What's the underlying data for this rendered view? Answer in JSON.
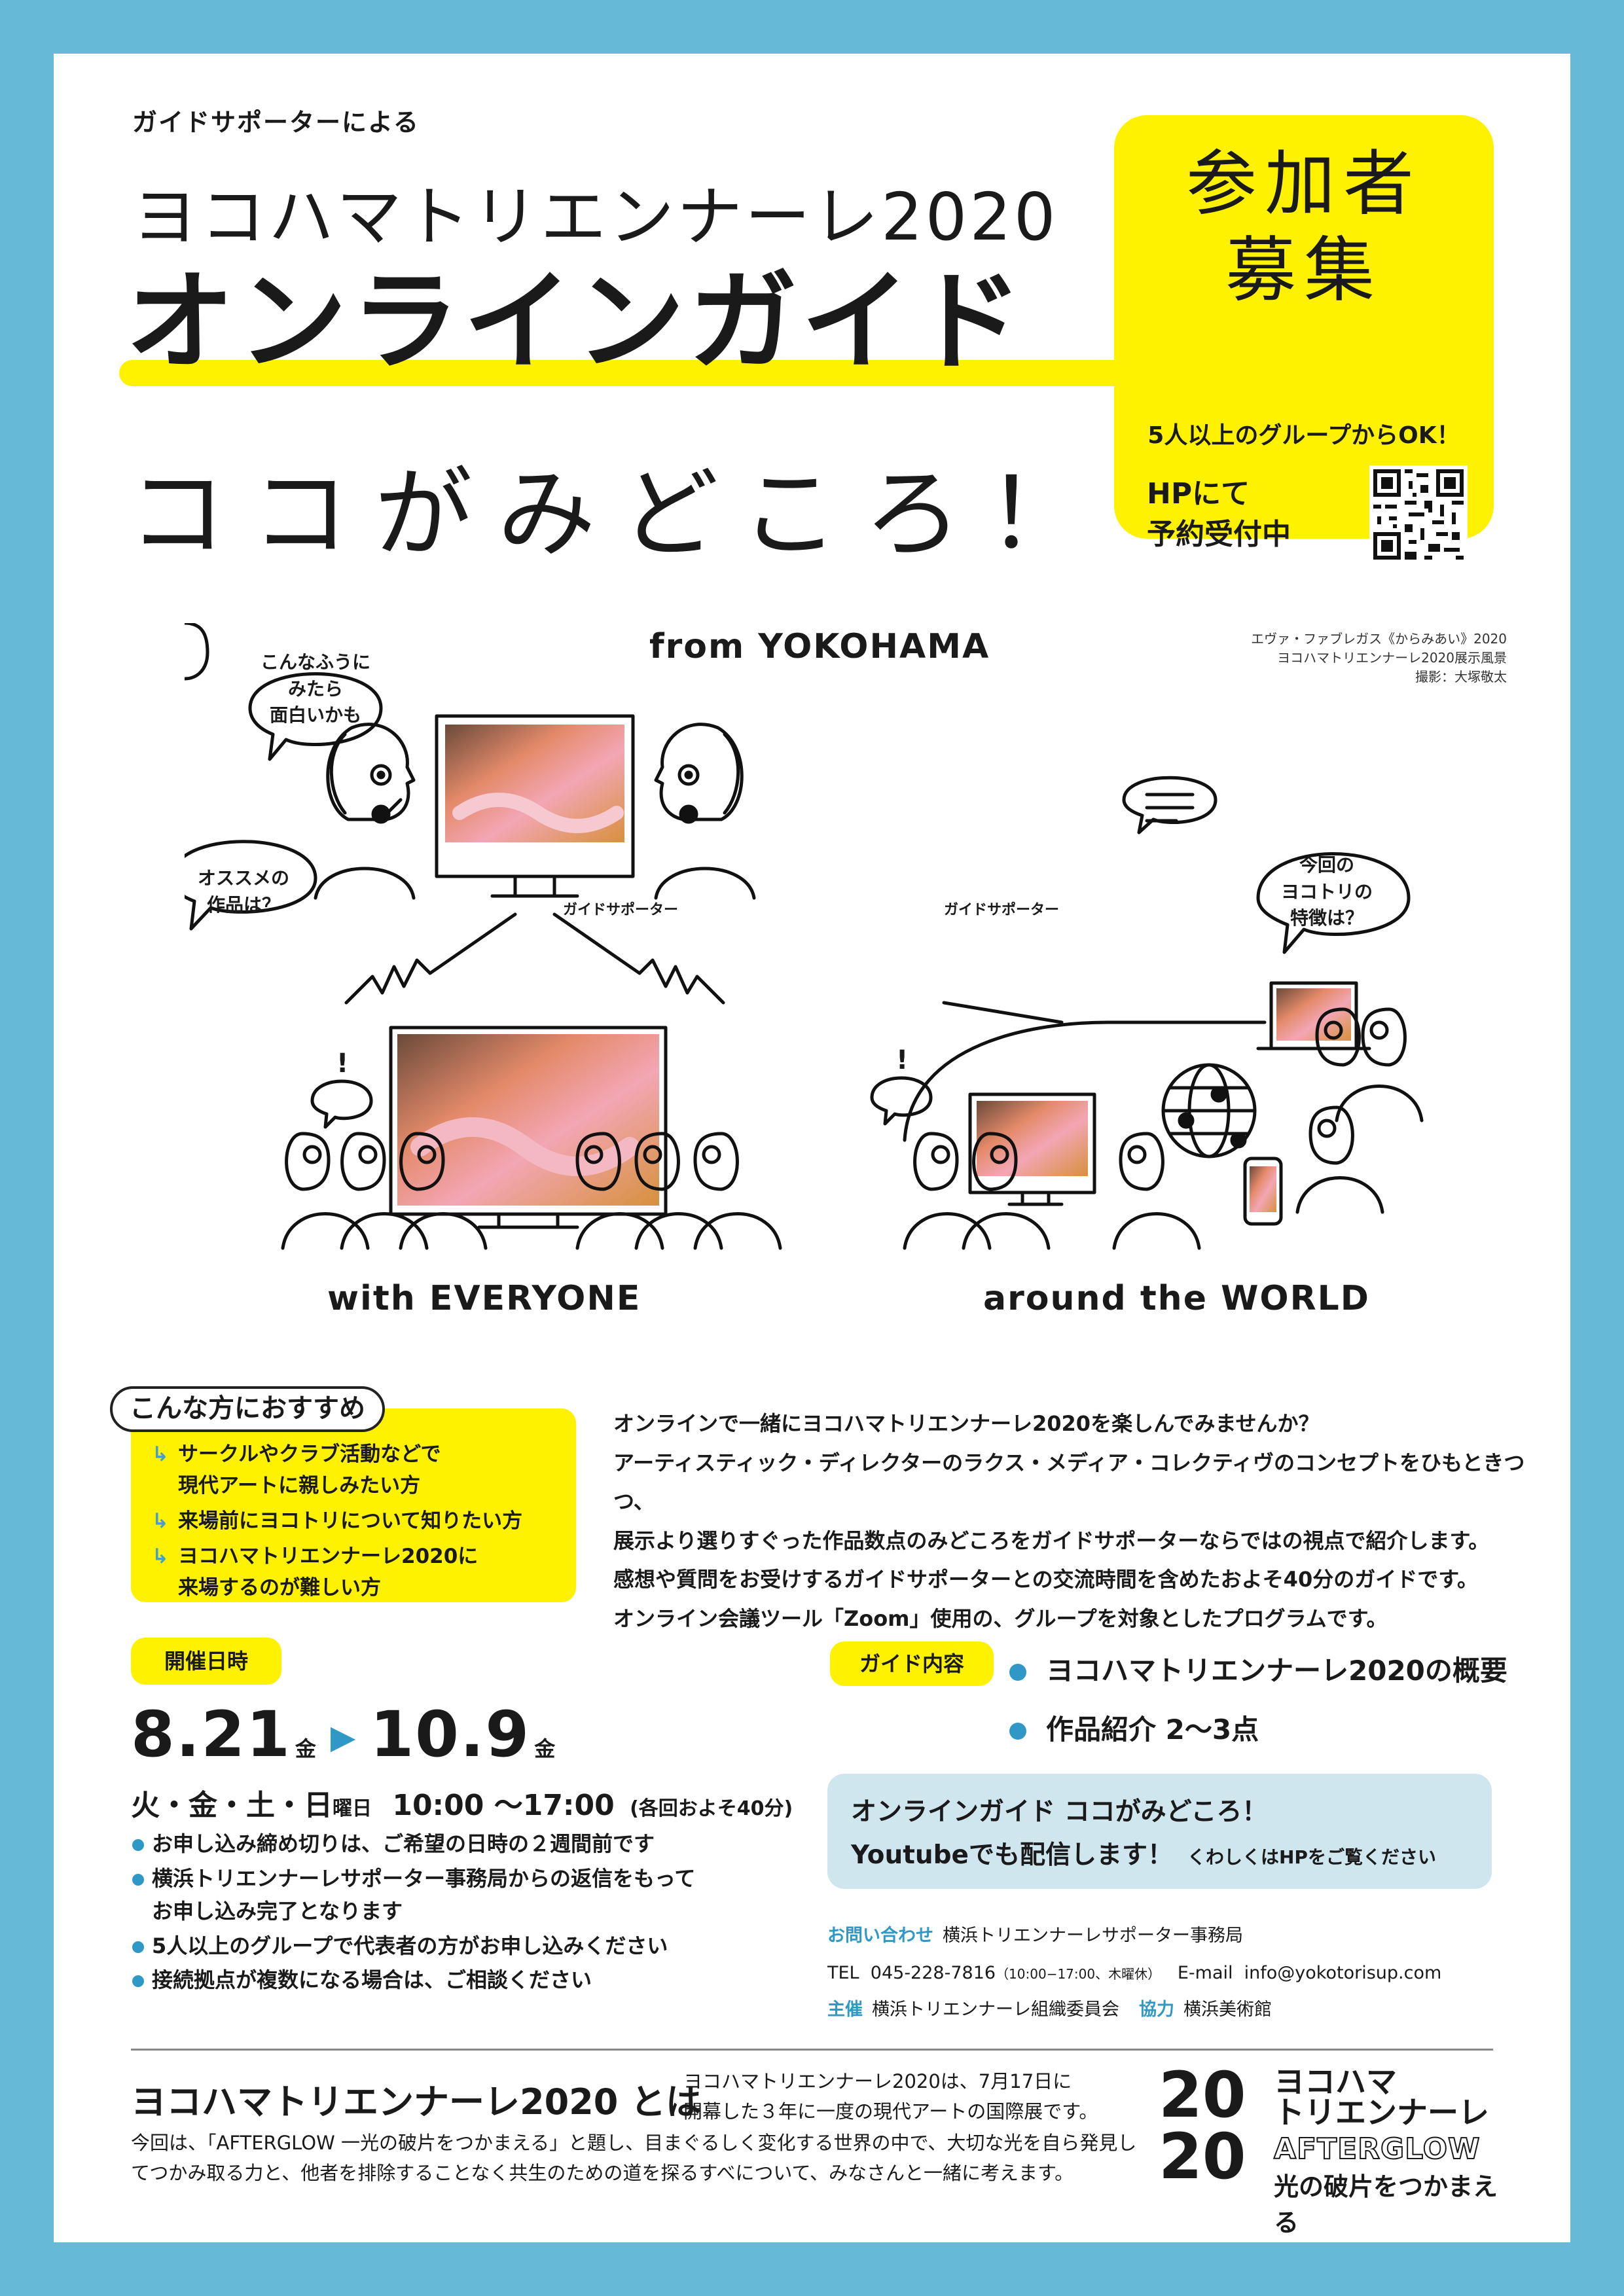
{
  "header": {
    "intro": "ガイドサポーターによる",
    "title_line1": "ヨコハマトリエンナーレ2020",
    "title_main": "オンラインガイド",
    "title_sub": "ココがみどころ！"
  },
  "badge": {
    "heading": "参加者\n募集",
    "subtext": "5人以上のグループからOK！",
    "reservation": "HPにて\n予約受付中",
    "qr_icon": "qr-code-icon"
  },
  "illustration": {
    "credit": "エヴァ・ファブレガス《からみあい》2020\nヨコハマトリエンナーレ2020展示風景\n撮影：大塚敬太",
    "caption_top": "from YOKOHAMA",
    "caption_left": "with EVERYONE",
    "caption_right": "around the WORLD",
    "guide_label": "ガイドサポーター",
    "bubble_top": "こんなふうに\nみたら\n面白いかも",
    "bubble_left": "オススメの\n作品は？",
    "bubble_right": "今回の\nヨコトリの\n特徴は？",
    "exclaim": "!"
  },
  "recommend": {
    "tab": "こんな方におすすめ",
    "items": [
      "サークルやクラブ活動などで\n現代アートに親しみたい方",
      "来場前にヨコトリについて知りたい方",
      "ヨコハマトリエンナーレ2020に\n来場するのが難しい方"
    ]
  },
  "description": [
    "オンラインで一緒にヨコハマトリエンナーレ2020を楽しんでみませんか？",
    "アーティスティック・ディレクターのラクス・メディア・コレクティヴのコンセプトをひもときつつ、",
    "展示より選りすぐった作品数点のみどころをガイドサポーターならではの視点で紹介します。",
    "感想や質問をお受けするガイドサポーターとの交流時間を含めたおよそ40分のガイドです。",
    "オンライン会議ツール「Zoom」使用の、グループを対象としたプログラムです。"
  ],
  "schedule": {
    "tag": "開催日時",
    "start": "8.21",
    "start_day": "金",
    "end": "10.9",
    "end_day": "金",
    "days": "火・金・土・日",
    "days_suffix": "曜日",
    "time": "10:00 ～17:00",
    "time_note": "(各回およそ40分)",
    "notes": [
      "お申し込み締め切りは、ご希望の日時の２週間前です",
      "横浜トリエンナーレサポーター事務局からの返信をもって\nお申し込み完了となります",
      "5人以上のグループで代表者の方がお申し込みください",
      "接続拠点が複数になる場合は、ご相談ください"
    ]
  },
  "guide": {
    "tag": "ガイド内容",
    "items": [
      "ヨコハマトリエンナーレ2020の概要",
      "作品紹介 2～3点"
    ]
  },
  "youtube": {
    "line1": "オンラインガイド ココがみどころ！",
    "line2": "Youtubeでも配信します！",
    "line2_note": "くわしくはHPをご覧ください"
  },
  "contact": {
    "label": "お問い合わせ",
    "org": "横浜トリエンナーレサポーター事務局",
    "tel_label": "TEL",
    "tel": "045-228-7816",
    "tel_hours": "（10:00−17:00、木曜休）",
    "email_label": "E-mail",
    "email": "info@yokotorisup.com",
    "host_label": "主催",
    "host": "横浜トリエンナーレ組織委員会",
    "coop_label": "協力",
    "coop": "横浜美術館"
  },
  "about": {
    "title": "ヨコハマトリエンナーレ2020 とは",
    "text1": "ヨコハマトリエンナーレ2020は、7月17日に\n開幕した３年に一度の現代アートの国際展です。",
    "text2": "今回は、「AFTERGLOW 一光の破片をつかまえる」と題し、目まぐるしく変化する世界の中で、大切な光を自ら発見し\nてつかみ取る力と、他者を排除することなく共生のための道を探るすべについて、みなさんと一緒に考えます。"
  },
  "logo": {
    "num1": "20",
    "num2": "20",
    "name": "ヨコハマ\nトリエンナーレ",
    "afterglow": "AFTERGLOW",
    "subtitle": "光の破片をつかまえる"
  },
  "colors": {
    "frame": "#67b9d8",
    "accent_yellow": "#fff200",
    "accent_blue": "#2f98c6",
    "youtube_box": "#cfe6ef"
  }
}
